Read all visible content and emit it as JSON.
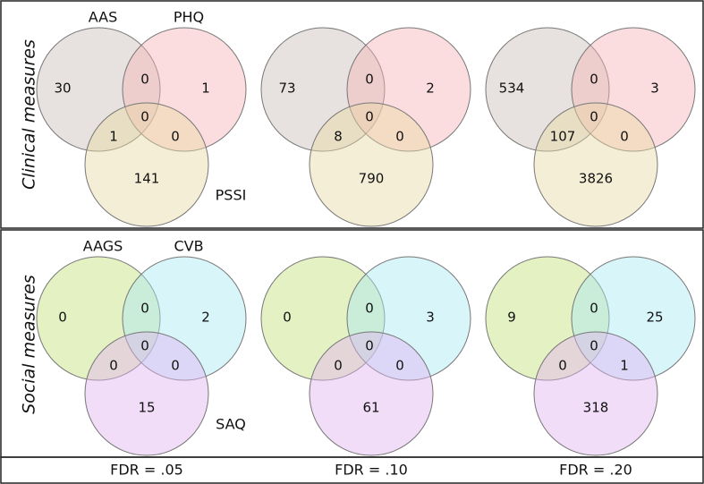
{
  "rows": [
    {
      "label": "Clinical measures",
      "sets": [
        "AAS",
        "PHQ",
        "PSSI"
      ],
      "colors": [
        "#c9bfb8",
        "#f7b3b8",
        "#e8d9a4"
      ],
      "panels": [
        {
          "only_a": "30",
          "only_b": "1",
          "only_c": "141",
          "ab": "0",
          "ac": "1",
          "bc": "0",
          "abc": "0"
        },
        {
          "only_a": "73",
          "only_b": "2",
          "only_c": "790",
          "ab": "0",
          "ac": "8",
          "bc": "0",
          "abc": "0"
        },
        {
          "only_a": "534",
          "only_b": "3",
          "only_c": "3826",
          "ab": "0",
          "ac": "107",
          "bc": "0",
          "abc": "0"
        }
      ]
    },
    {
      "label": "Social measures",
      "sets": [
        "AAGS",
        "CVB",
        "SAQ"
      ],
      "colors": [
        "#c3e07a",
        "#a8e8f5",
        "#e3b3f2"
      ],
      "panels": [
        {
          "only_a": "0",
          "only_b": "2",
          "only_c": "15",
          "ab": "0",
          "ac": "0",
          "bc": "0",
          "abc": "0"
        },
        {
          "only_a": "0",
          "only_b": "3",
          "only_c": "61",
          "ab": "0",
          "ac": "0",
          "bc": "0",
          "abc": "0"
        },
        {
          "only_a": "9",
          "only_b": "25",
          "only_c": "318",
          "ab": "0",
          "ac": "0",
          "bc": "1",
          "abc": "0"
        }
      ]
    }
  ],
  "columns": [
    "FDR = .05",
    "FDR = .10",
    "FDR = .20"
  ]
}
